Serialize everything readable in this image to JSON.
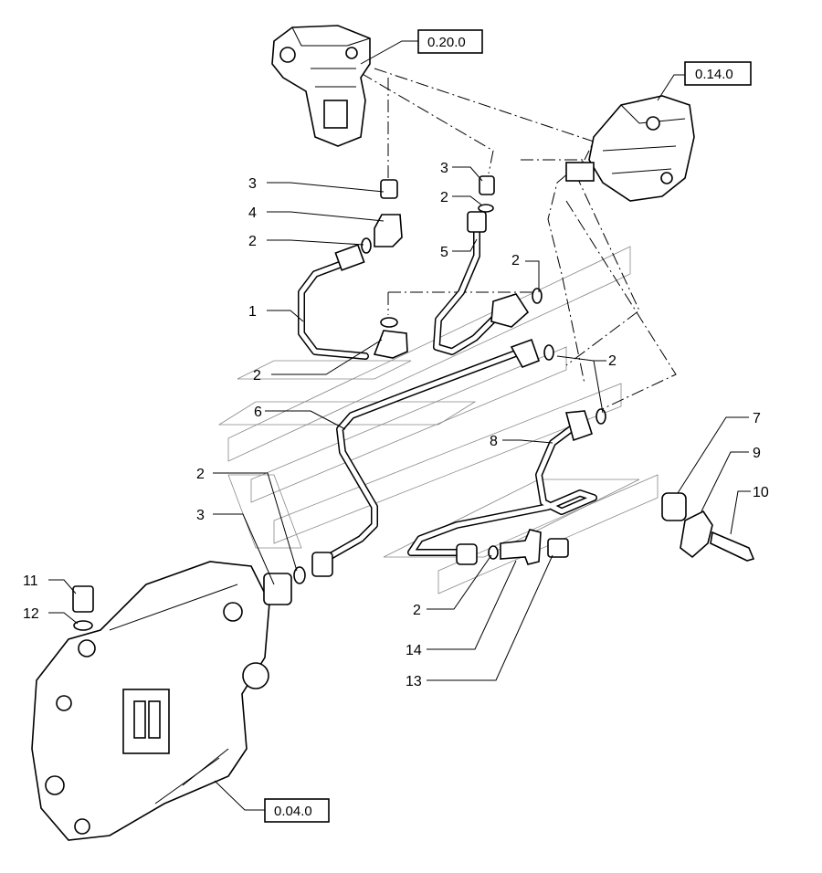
{
  "references": [
    {
      "id": "ref-0-20-0",
      "text": "0.20.0"
    },
    {
      "id": "ref-0-14-0",
      "text": "0.14.0"
    },
    {
      "id": "ref-0-04-0",
      "text": "0.04.0"
    }
  ],
  "callouts": [
    {
      "id": "c3a",
      "text": "3"
    },
    {
      "id": "c4",
      "text": "4"
    },
    {
      "id": "c2a",
      "text": "2"
    },
    {
      "id": "c1",
      "text": "1"
    },
    {
      "id": "c2b",
      "text": "2"
    },
    {
      "id": "c3b",
      "text": "3"
    },
    {
      "id": "c2c",
      "text": "2"
    },
    {
      "id": "c5",
      "text": "5"
    },
    {
      "id": "c2d",
      "text": "2"
    },
    {
      "id": "c2e",
      "text": "2"
    },
    {
      "id": "c6",
      "text": "6"
    },
    {
      "id": "c8",
      "text": "8"
    },
    {
      "id": "c7",
      "text": "7"
    },
    {
      "id": "c9",
      "text": "9"
    },
    {
      "id": "c10",
      "text": "10"
    },
    {
      "id": "c2f",
      "text": "2"
    },
    {
      "id": "c3c",
      "text": "3"
    },
    {
      "id": "c11",
      "text": "11"
    },
    {
      "id": "c12",
      "text": "12"
    },
    {
      "id": "c2g",
      "text": "2"
    },
    {
      "id": "c14",
      "text": "14"
    },
    {
      "id": "c13",
      "text": "13"
    }
  ]
}
